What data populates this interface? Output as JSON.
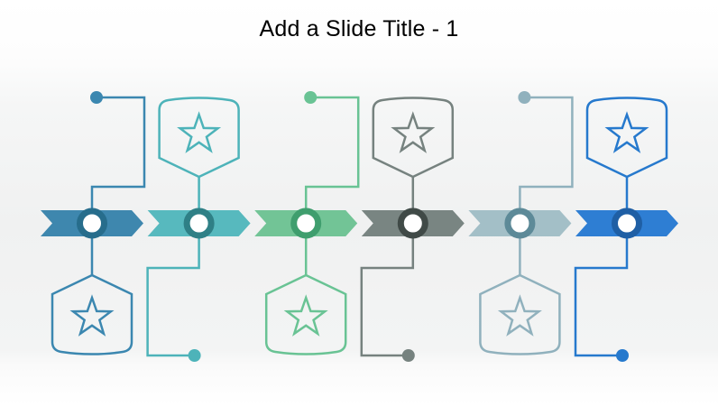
{
  "slide": {
    "title": "Add a Slide Title - 1",
    "background_top": "#ffffff",
    "background_middle": "#f0f1f1"
  },
  "timeline": {
    "type": "process-timeline",
    "direction": "left-to-right",
    "step_count": 6,
    "node_fill": "#ffffff",
    "steps": [
      {
        "index": 1,
        "badge_position": "below",
        "connector_position": "above",
        "icon": "star-icon",
        "colors": {
          "arrow": "#3e87ae",
          "node_ring": "#276d8c",
          "line": "#3b87b0"
        }
      },
      {
        "index": 2,
        "badge_position": "above",
        "connector_position": "below",
        "icon": "star-icon",
        "colors": {
          "arrow": "#57b9be",
          "node_ring": "#2f8086",
          "line": "#4db3b9"
        }
      },
      {
        "index": 3,
        "badge_position": "below",
        "connector_position": "above",
        "icon": "star-icon",
        "colors": {
          "arrow": "#72c496",
          "node_ring": "#3f9e6e",
          "line": "#69c394"
        }
      },
      {
        "index": 4,
        "badge_position": "above",
        "connector_position": "below",
        "icon": "star-icon",
        "colors": {
          "arrow": "#798582",
          "node_ring": "#404a47",
          "line": "#76827f"
        }
      },
      {
        "index": 5,
        "badge_position": "below",
        "connector_position": "above",
        "icon": "star-icon",
        "colors": {
          "arrow": "#a3bfc7",
          "node_ring": "#5d8a98",
          "line": "#90b1bd"
        }
      },
      {
        "index": 6,
        "badge_position": "above",
        "connector_position": "below",
        "icon": "star-icon",
        "colors": {
          "arrow": "#2e7ed3",
          "node_ring": "#1f5fa5",
          "line": "#2679cd"
        }
      }
    ]
  }
}
